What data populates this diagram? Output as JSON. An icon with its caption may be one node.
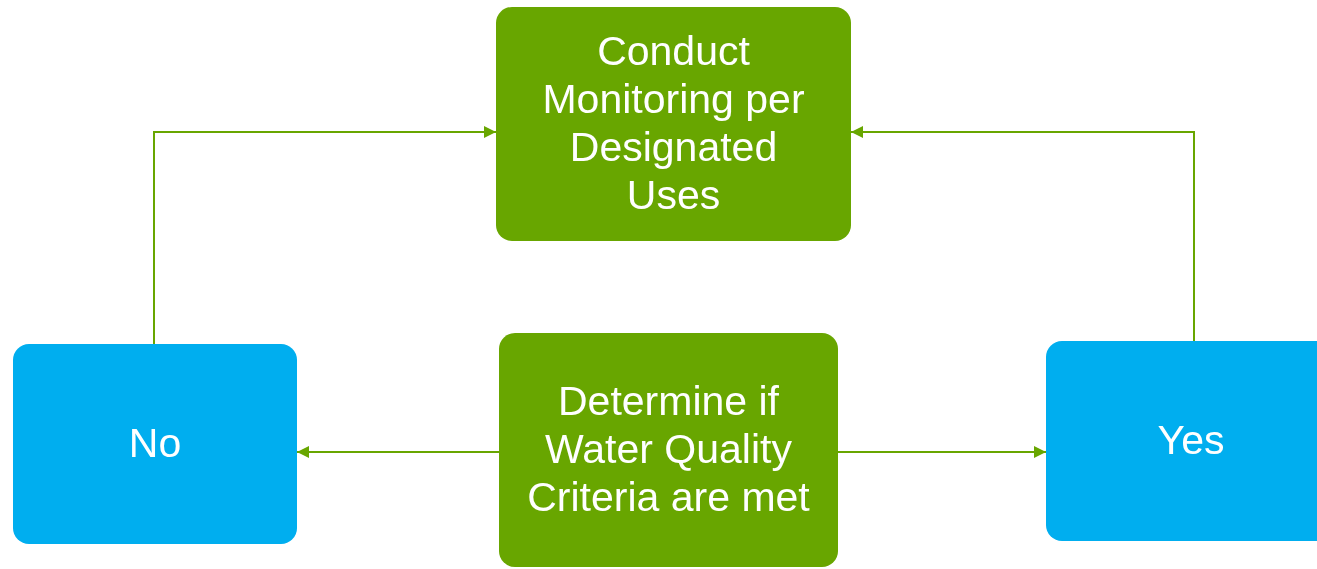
{
  "diagram": {
    "nodes": [
      {
        "text": [
          "Conduct Monitoring per Designated Uses"
        ]
      },
      {
        "text": [
          "Determine if Water Quality Criteria are met"
        ]
      },
      {
        "text": [
          "No"
        ]
      },
      {
        "text": [
          "Yes"
        ]
      }
    ],
    "edges": [
      {
        "from": 1,
        "to": 2,
        "arrow": "to"
      },
      {
        "from": 1,
        "to": 3,
        "arrow": "to"
      },
      {
        "from": 2,
        "to": 0,
        "arrow": "to"
      },
      {
        "from": 3,
        "to": 0,
        "arrow": "to"
      }
    ]
  }
}
